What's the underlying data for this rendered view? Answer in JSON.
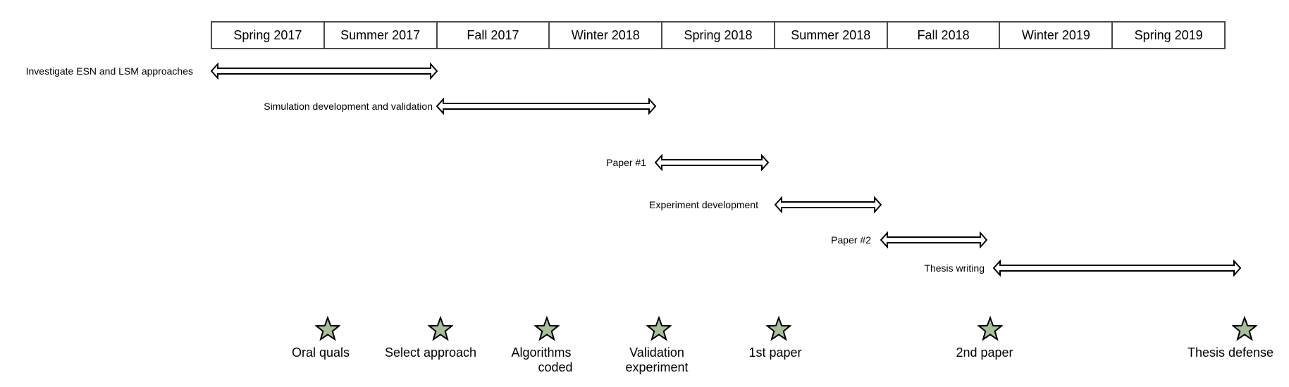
{
  "timeline": {
    "periods": [
      "Spring 2017",
      "Summer 2017",
      "Fall 2017",
      "Winter 2018",
      "Spring 2018",
      "Summer 2018",
      "Fall 2018",
      "Winter 2019",
      "Spring 2019"
    ]
  },
  "tasks": [
    {
      "label": "Investigate ESN and LSM approaches"
    },
    {
      "label": "Simulation development and validation"
    },
    {
      "label": "Paper #1"
    },
    {
      "label": "Experiment development"
    },
    {
      "label": "Paper #2"
    },
    {
      "label": "Thesis writing"
    }
  ],
  "milestones": [
    {
      "label": "Oral quals"
    },
    {
      "label": "Select approach"
    },
    {
      "label": "Algorithms\n        coded"
    },
    {
      "label": "Validation\nexperiment"
    },
    {
      "label": "1st paper"
    },
    {
      "label": "2nd paper"
    },
    {
      "label": "Thesis defense"
    }
  ],
  "colors": {
    "star_fill": "#a9bf9c",
    "border": "#4a4a4a"
  }
}
